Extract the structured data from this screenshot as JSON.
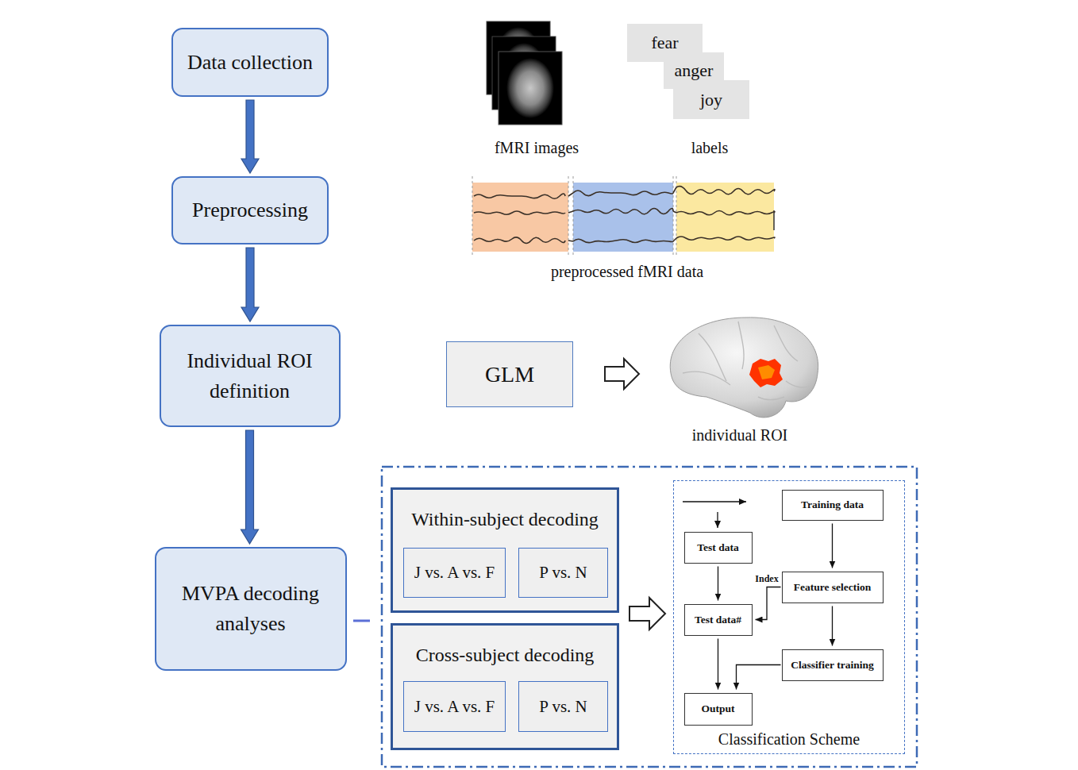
{
  "diagram": {
    "nodes": [
      {
        "text": [
          "Data collection"
        ]
      },
      {
        "text": [
          "fear"
        ]
      },
      {
        "text": [
          "anger"
        ]
      },
      {
        "text": [
          "joy"
        ]
      },
      {
        "text": [
          "Preprocessing"
        ]
      },
      {
        "text": [
          "Individual ROI definition"
        ]
      },
      {
        "text": [
          "GLM"
        ]
      },
      {
        "text": [
          "MVPA decoding analyses"
        ]
      },
      {
        "text": [
          "Within-subject decoding"
        ]
      },
      {
        "text": [
          "J vs. A vs. F"
        ],
        "in": 8
      },
      {
        "text": [
          "P vs. N"
        ],
        "in": 8
      },
      {
        "text": [
          "Cross-subject decoding"
        ]
      },
      {
        "text": [
          "J vs. A vs. F"
        ],
        "in": 11
      },
      {
        "text": [
          "P vs. N"
        ],
        "in": 11
      },
      {
        "text": [
          "Classification Scheme"
        ]
      },
      {
        "text": [
          "Training data"
        ],
        "in": 14
      },
      {
        "text": [
          "Test data"
        ],
        "in": 14
      },
      {
        "text": [
          "Feature selection"
        ],
        "in": 14
      },
      {
        "text": [
          "Test data#"
        ],
        "in": 14
      },
      {
        "text": [
          "Classifier training"
        ],
        "in": 14
      },
      {
        "text": [
          "Output"
        ],
        "in": 14
      }
    ],
    "edges": [
      {
        "from": 0,
        "to": 4,
        "arrow": "to"
      },
      {
        "from": 4,
        "to": 5,
        "arrow": "to"
      },
      {
        "from": 5,
        "to": 7,
        "arrow": "to"
      },
      {
        "from": 15,
        "to": 17,
        "arrow": "to"
      },
      {
        "from": 16,
        "to": 18,
        "arrow": "to"
      },
      {
        "from": 17,
        "to": 18,
        "label": "Index",
        "arrow": "to"
      },
      {
        "from": 17,
        "to": 19,
        "arrow": "to"
      },
      {
        "from": 18,
        "to": 20,
        "arrow": "to"
      },
      {
        "from": 19,
        "to": 20,
        "arrow": "to"
      }
    ],
    "labels": [
      "fMRI images",
      "labels",
      "preprocessed fMRI data",
      "individual ROI"
    ]
  }
}
